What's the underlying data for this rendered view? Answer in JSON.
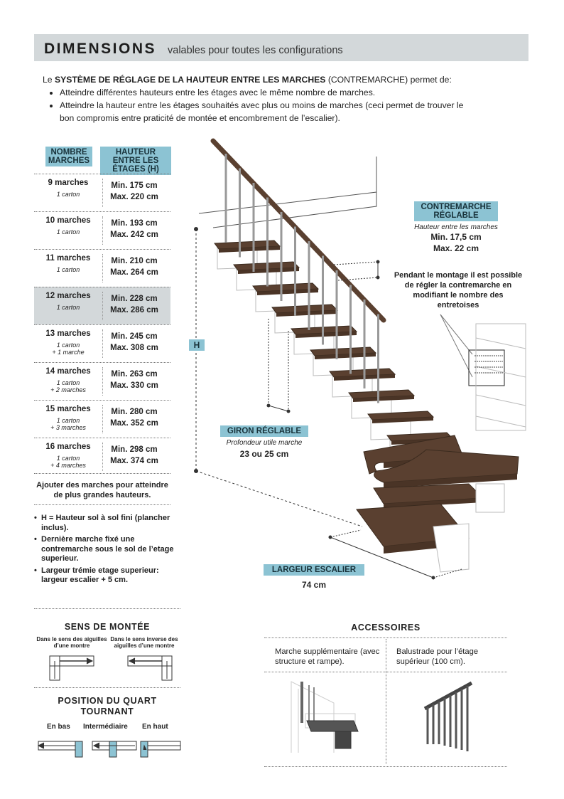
{
  "header": {
    "title": "DIMENSIONS",
    "subtitle": "valables pour toutes les configurations"
  },
  "intro": {
    "lead_before": "Le",
    "lead_bold": "SYSTÈME DE RÉGLAGE DE LA HAUTEUR ENTRE LES MARCHES",
    "lead_after": "(CONTREMARCHE) permet de:",
    "bullets": [
      "Atteindre différentes hauteurs entre les étages avec le même nombre de marches.",
      "Atteindre la hauteur entre les étages souhaités avec plus ou moins de marches (ceci permet de trouver le bon compromis entre praticité de montée et encombrement de l’escalier)."
    ]
  },
  "table": {
    "col1": "NOMBRE MARCHES",
    "col2": "HAUTEUR ENTRE LES ÉTAGES (H)",
    "rows": [
      {
        "marches": "9 marches",
        "carton": "1 carton",
        "extra": "",
        "min": "Min. 175 cm",
        "max": "Max. 220 cm",
        "highlight": false
      },
      {
        "marches": "10 marches",
        "carton": "1 carton",
        "extra": "",
        "min": "Min. 193 cm",
        "max": "Max. 242 cm",
        "highlight": false
      },
      {
        "marches": "11 marches",
        "carton": "1 carton",
        "extra": "",
        "min": "Min. 210 cm",
        "max": "Max. 264 cm",
        "highlight": false
      },
      {
        "marches": "12 marches",
        "carton": "1 carton",
        "extra": "",
        "min": "Min. 228 cm",
        "max": "Max. 286 cm",
        "highlight": true
      },
      {
        "marches": "13 marches",
        "carton": "1 carton",
        "extra": "+ 1 marche",
        "min": "Min. 245 cm",
        "max": "Max. 308 cm",
        "highlight": false
      },
      {
        "marches": "14 marches",
        "carton": "1 carton",
        "extra": "+ 2 marches",
        "min": "Min. 263 cm",
        "max": "Max. 330 cm",
        "highlight": false
      },
      {
        "marches": "15 marches",
        "carton": "1 carton",
        "extra": "+ 3 marches",
        "min": "Min. 280 cm",
        "max": "Max. 352 cm",
        "highlight": false
      },
      {
        "marches": "16 marches",
        "carton": "1 carton",
        "extra": "+ 4 marches",
        "min": "Min. 298 cm",
        "max": "Max. 374 cm",
        "highlight": false
      }
    ],
    "footnote": "Ajouter des marches pour atteindre de plus grandes hauteurs."
  },
  "notes": [
    "H = Hauteur sol à sol fini (plancher inclus).",
    "Dernière marche fixé une contremarche sous le sol de l’etage superieur.",
    "Largeur trémie etage superieur: largeur escalier + 5 cm."
  ],
  "diagram": {
    "h_label": "H",
    "contremarche": {
      "title": "CONTREMARCHE RÉGLABLE",
      "sub": "Hauteur entre les marches",
      "min": "Min. 17,5 cm",
      "max": "Max. 22 cm"
    },
    "montage": "Pendant le montage il est possible de régler la contremarche en modifiant le nombre des entretoises",
    "giron": {
      "title": "GIRON RÉGLABLE",
      "sub": "Profondeur utile marche",
      "value": "23 ou 25 cm"
    },
    "largeur": {
      "title": "LARGEUR ESCALIER",
      "value": "74 cm"
    }
  },
  "sens": {
    "title": "SENS DE MONTÉE",
    "left": "Dans le sens des aiguilles d’une montre",
    "right": "Dans le sens inverse des aiguilles d’une montre"
  },
  "position": {
    "title": "POSITION DU QUART TOURNANT",
    "options": [
      "En bas",
      "Intermédiaire",
      "En haut"
    ]
  },
  "accessoires": {
    "title": "ACCESSOIRES",
    "item1": "Marche supplémentaire (avec structure et rampe).",
    "item2": "Balustrade pour l’étage supérieur (100 cm)."
  },
  "colors": {
    "accent": "#8cc3d3",
    "band": "#d3d8da",
    "wood": "#5a4030"
  }
}
